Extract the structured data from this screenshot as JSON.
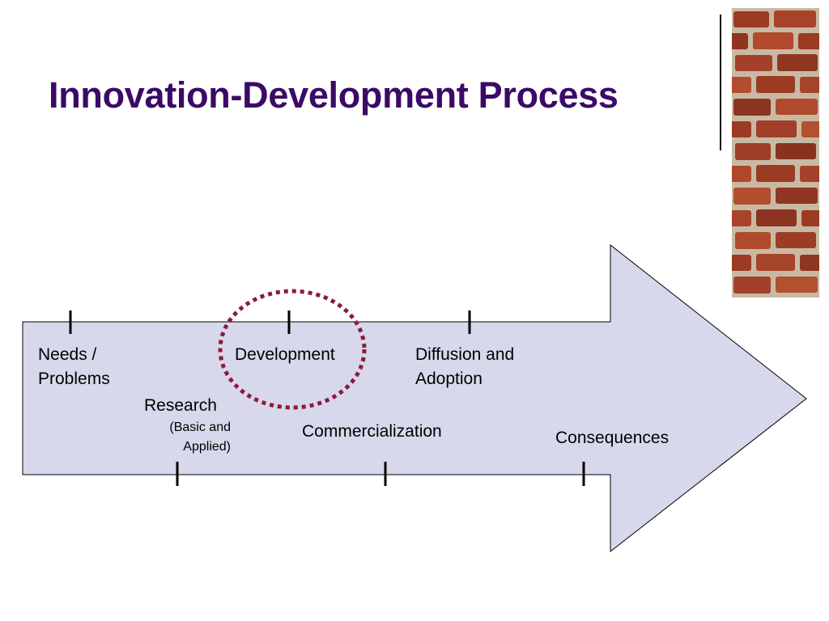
{
  "slide": {
    "title": "Innovation-Development Process"
  },
  "stages": {
    "needs_line1": "Needs /",
    "needs_line2": "Problems",
    "research": "Research",
    "research_sub_line1": "(Basic and",
    "research_sub_line2": "Applied)",
    "development": "Development",
    "commercialization": "Commercialization",
    "diffusion_line1": "Diffusion and",
    "diffusion_line2": "Adoption",
    "consequences": "Consequences"
  },
  "colors": {
    "title": "#3b0a67",
    "arrow_fill": "#d8d8ec",
    "arrow_stroke": "#000000",
    "highlight_circle": "#8b1a3c"
  },
  "highlight": {
    "stage": "development"
  },
  "decor": {
    "image": "brick-wall"
  }
}
